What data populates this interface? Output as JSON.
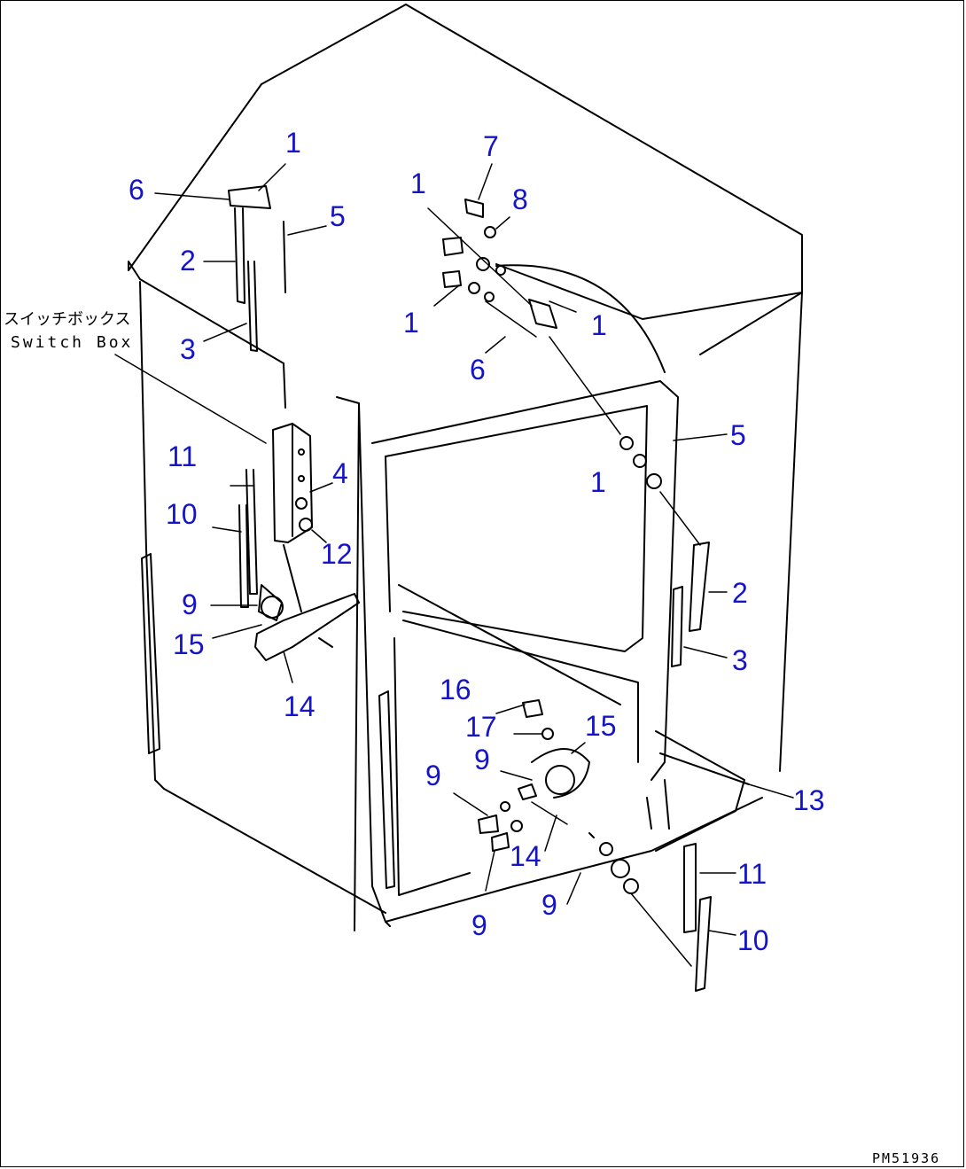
{
  "callouts": {
    "c1a": "1",
    "c1b": "1",
    "c1c": "1",
    "c1d": "1",
    "c1e": "1",
    "c2a": "2",
    "c2b": "2",
    "c3a": "3",
    "c3b": "3",
    "c4": "4",
    "c5a": "5",
    "c5b": "5",
    "c6a": "6",
    "c6b": "6",
    "c7": "7",
    "c8": "8",
    "c9a": "9",
    "c9b": "9",
    "c9c": "9",
    "c9d": "9",
    "c9e": "9",
    "c10a": "10",
    "c10b": "10",
    "c11a": "11",
    "c11b": "11",
    "c12": "12",
    "c13": "13",
    "c14a": "14",
    "c14b": "14",
    "c15a": "15",
    "c15b": "15",
    "c16": "16",
    "c17": "17"
  },
  "switch_box": {
    "label_jp": "スイッチボックス",
    "label_en": "Switch Box"
  },
  "drawing_code": "PM51936"
}
